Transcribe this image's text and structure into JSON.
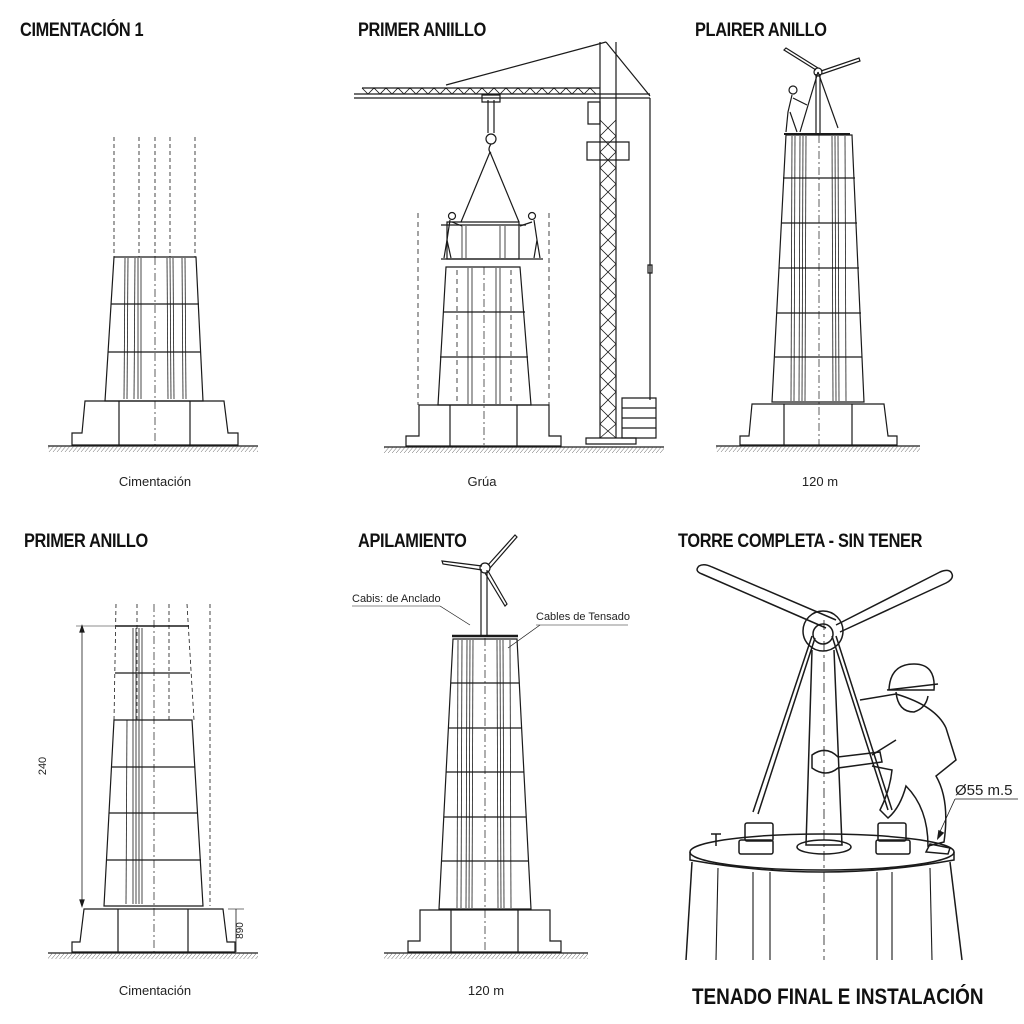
{
  "panels": [
    {
      "id": "p1",
      "title": "CIMENTACIÓN 1",
      "caption": "Cimentación"
    },
    {
      "id": "p2",
      "title": "PRIMER ANIILLO",
      "caption": "Grúa"
    },
    {
      "id": "p3",
      "title": "PLAIRER ANILLO",
      "caption": "120 m"
    },
    {
      "id": "p4",
      "title": "PRIMER ANILLO",
      "caption": "Cimentación",
      "dimensions": {
        "height": "240",
        "base": "890"
      }
    },
    {
      "id": "p5",
      "title": "APILAMIENTO",
      "caption": "120 m",
      "annotations": {
        "anchor_cables": "Cabis: de Anclado",
        "tension_cables": "Cables de Tensado"
      }
    },
    {
      "id": "p6",
      "title": "TORRE COMPLETA - SIN TENER",
      "caption": "TENADO FINAL E INSTALACIÓN",
      "annotations": {
        "diameter": "Ø55 m.5"
      }
    }
  ],
  "colors": {
    "line": "#1a1a1a",
    "background": "#ffffff",
    "hatch": "#555555"
  }
}
